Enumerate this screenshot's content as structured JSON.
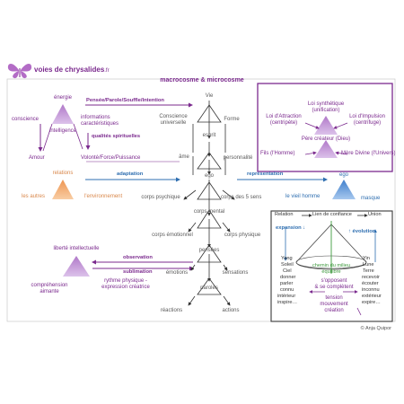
{
  "brand": {
    "name": "voies de chrysalides",
    "tld": ".fr"
  },
  "title": "macrocosme & microcosme",
  "copyright": "© Anja Quipor",
  "left": {
    "energie": "énergie",
    "conscience": "conscience",
    "informations": "informations",
    "caracteristiques": "caractéristiques",
    "intelligence": "intelligence",
    "qualites": "qualités spirituelles",
    "amour": "Amour",
    "volonte": "Volonté/Force/Puissance",
    "pensee_link": "Pensée/Parole/Souffle/Intention",
    "relations": "relations",
    "adaptation": "adaptation",
    "les_autres": "les autres",
    "environnement": "l'environnement",
    "liberte": "liberté intellectuelle",
    "observation": "observation",
    "sublimation": "sublimation",
    "comprehension1": "compréhension",
    "comprehension2": "aimante",
    "rythme1": "rythme physique -",
    "rythme2": "expression créatrice"
  },
  "center": {
    "vie": "Vie",
    "conscience1": "Conscience",
    "conscience2": "universelle",
    "forme": "Forme",
    "esprit": "esprit",
    "ame": "âme",
    "personnalite": "personnalité",
    "ego": "ego",
    "corps_psychique": "corps psychique",
    "corps_5sens": "corps des 5 sens",
    "corps_mental": "corps mental",
    "corps_emotionnel": "corps émotionnel",
    "corps_physique": "corps physique",
    "pensees": "pensées",
    "emotions": "émotions",
    "sensations": "sensations",
    "paroles": "paroles",
    "reactions": "réactions",
    "actions": "actions"
  },
  "right": {
    "representation": "représentation",
    "ego": "ego",
    "vieil_homme": "le vieil homme",
    "masque": "masque"
  },
  "top_box": {
    "loi_synth1": "Loi synthétique",
    "loi_synth2": "(unification)",
    "loi_attr1": "Loi d'Attraction",
    "loi_attr2": "(centripète)",
    "loi_imp1": "Loi d'Impulsion",
    "loi_imp2": "(centrifuge)",
    "pere": "Père créateur (Dieu)",
    "fils": "Fils (l'Homme)",
    "mere": "Mère Divine (l'Univers)"
  },
  "bottom_box": {
    "relation": "Relation",
    "lien": "Lien de confiance",
    "union": "Union",
    "expansion": "expansion ↓",
    "evolution": "↑ évolution",
    "left_col": [
      "Yang",
      "Soleil",
      "Ciel",
      "donner",
      "parler",
      "connu",
      "intérieur",
      "inspire…"
    ],
    "right_col": [
      "Yin",
      "Lune",
      "Terre",
      "recevoir",
      "écouter",
      "inconnu",
      "extérieur",
      "expire…"
    ],
    "chemin1": "chemin du milieu",
    "chemin2": "équilibre",
    "oppose1": "s'opposent",
    "oppose2": "& se complètent",
    "tension": "tension",
    "mouvement": "mouvement",
    "creation": "création"
  },
  "colors": {
    "purple": "#7b2a8e",
    "lilac": "#c9a0dc",
    "orange": "#f0a86a",
    "blue": "#5b93d6",
    "green": "#3f9a3f"
  }
}
